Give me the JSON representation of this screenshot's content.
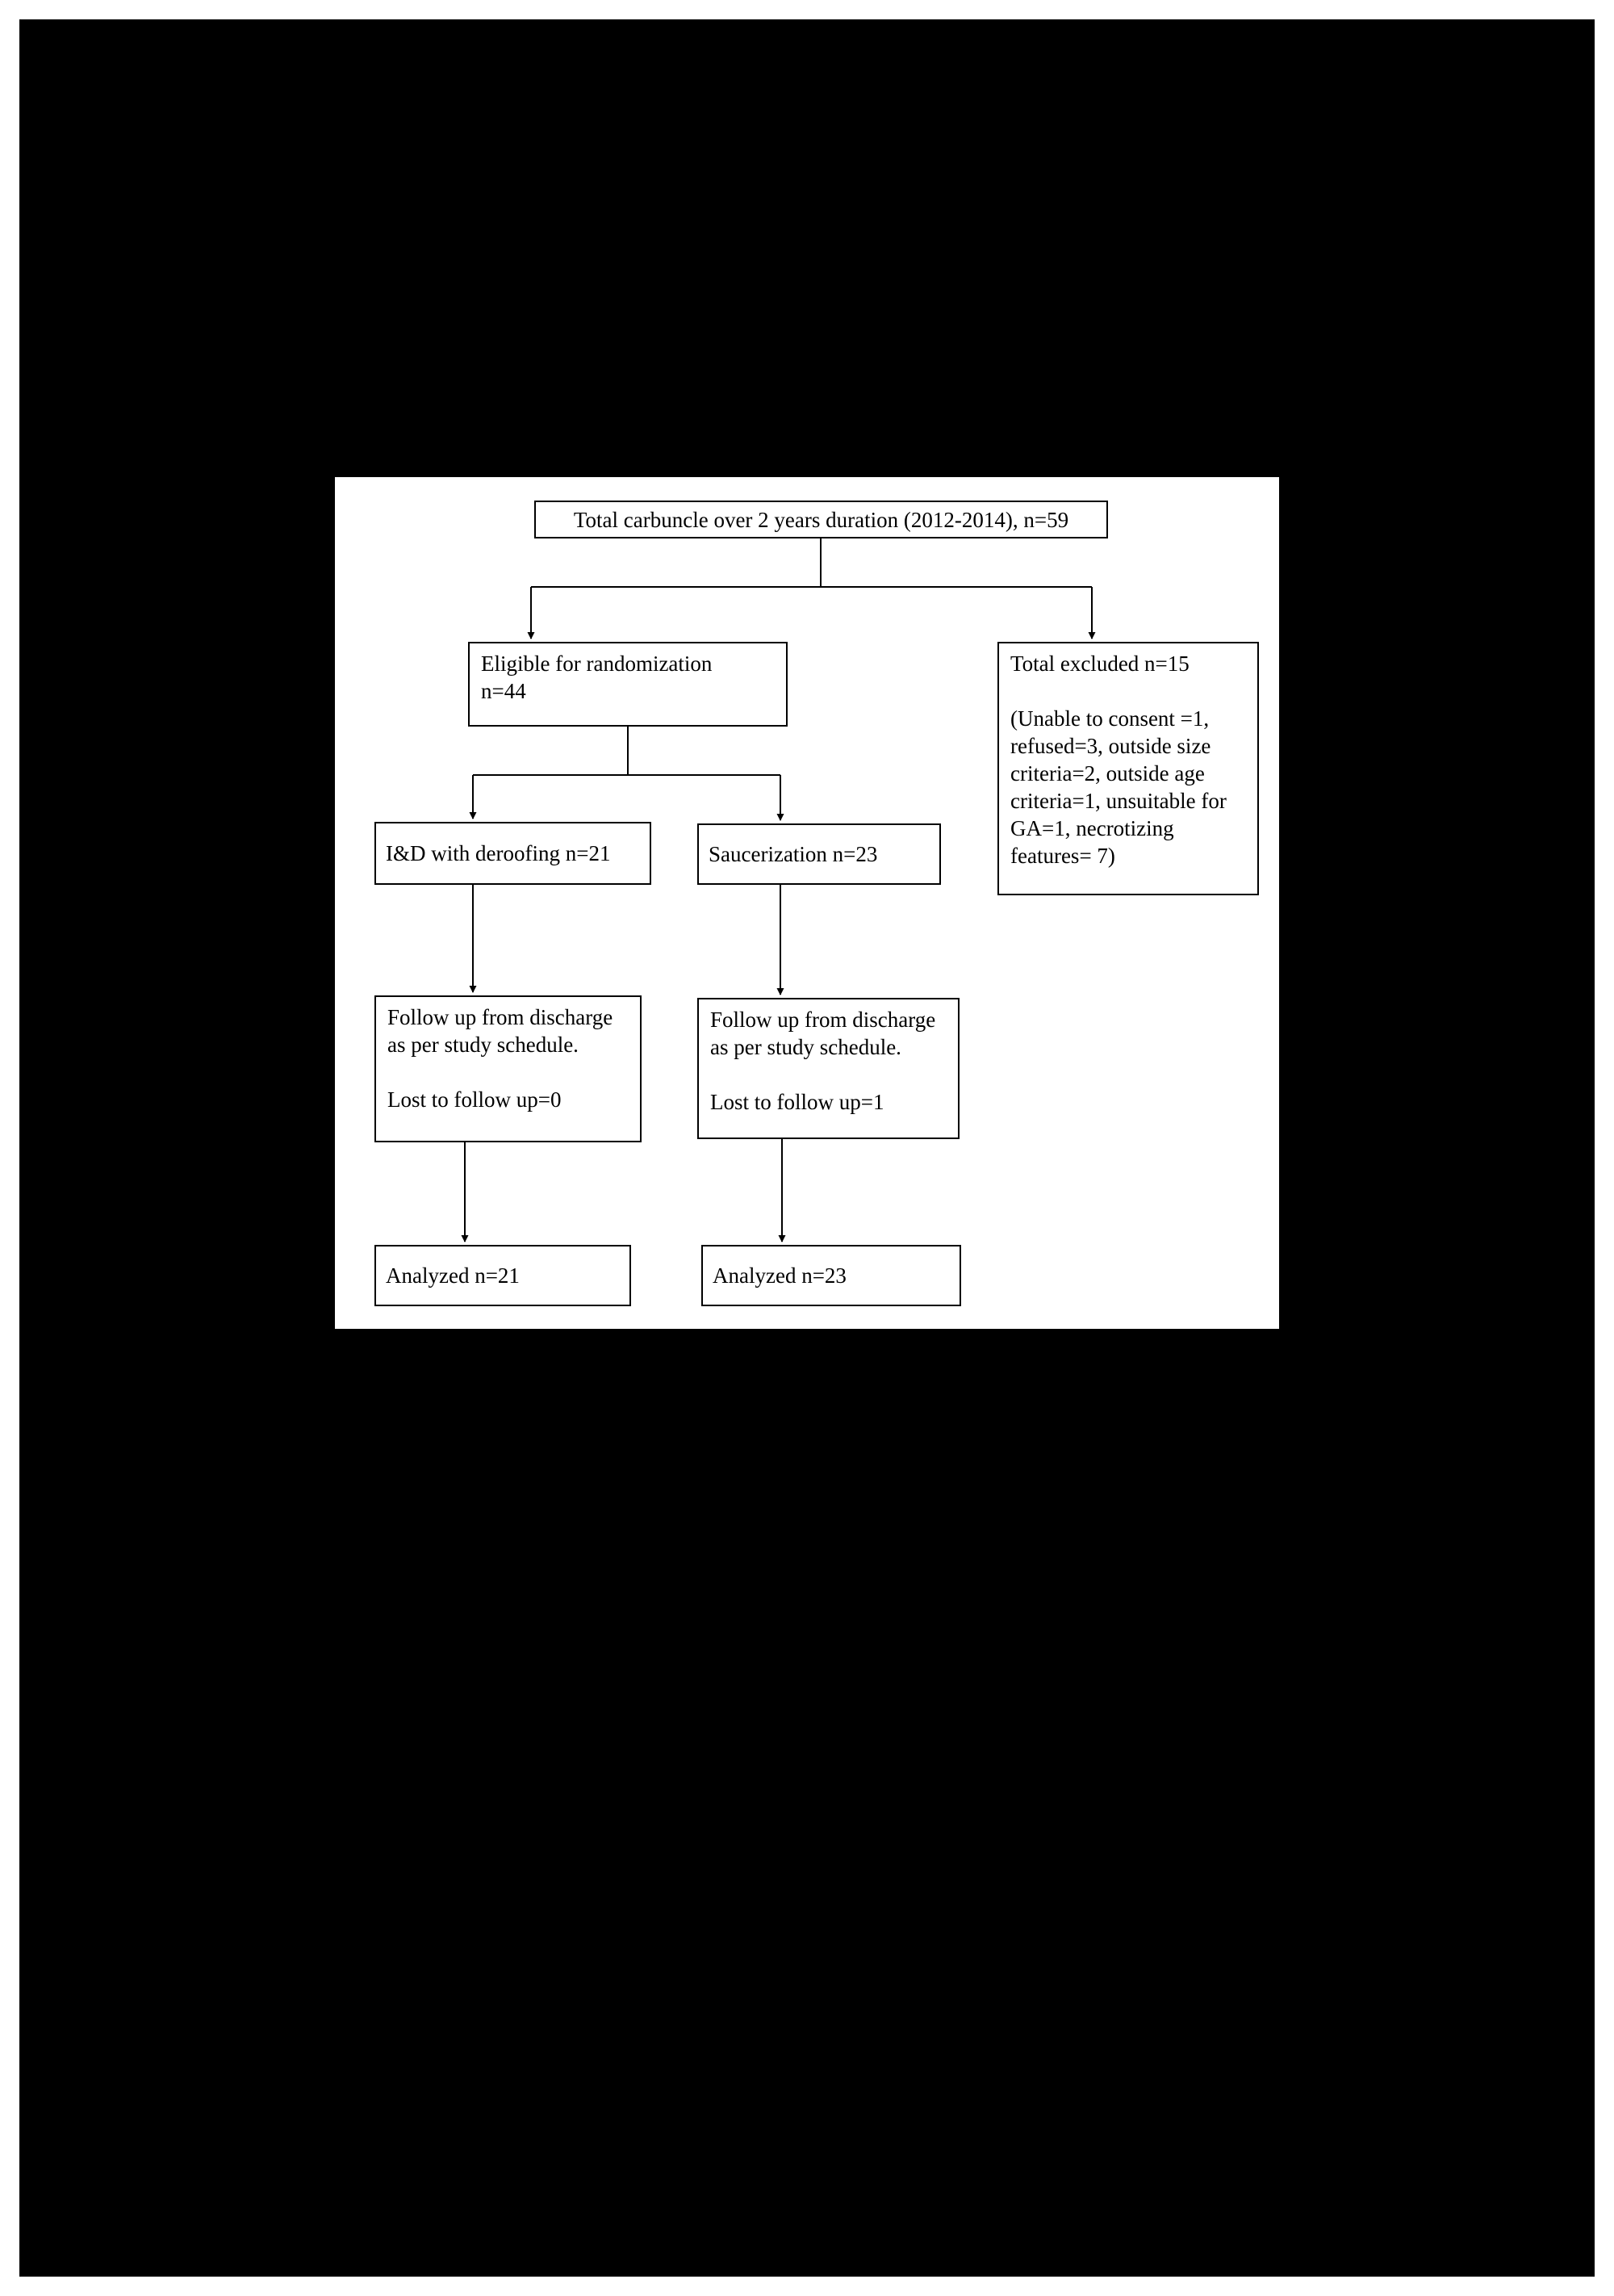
{
  "page": {
    "background_color": "#000000",
    "panel_background_color": "#ffffff",
    "line_color": "#000000"
  },
  "flowchart": {
    "title_box": "Total carbuncle over 2 years duration (2012-2014), n=59",
    "eligible_box": "Eligible for randomization\nn=44",
    "excluded_box": "Total excluded n=15\n\n(Unable to consent =1, refused=3, outside size criteria=2, outside age criteria=1, unsuitable for GA=1, necrotizing features= 7)",
    "id_deroofing_box": "I&D with deroofing n=21",
    "saucerization_box": "Saucerization n=23",
    "followup_left_box": "Follow up from discharge as per study schedule.\n\nLost to follow up=0",
    "followup_right_box": "Follow up from discharge as per study schedule.\n\nLost to follow up=1",
    "analyzed_left_box": "Analyzed n=21",
    "analyzed_right_box": "Analyzed n=23"
  }
}
